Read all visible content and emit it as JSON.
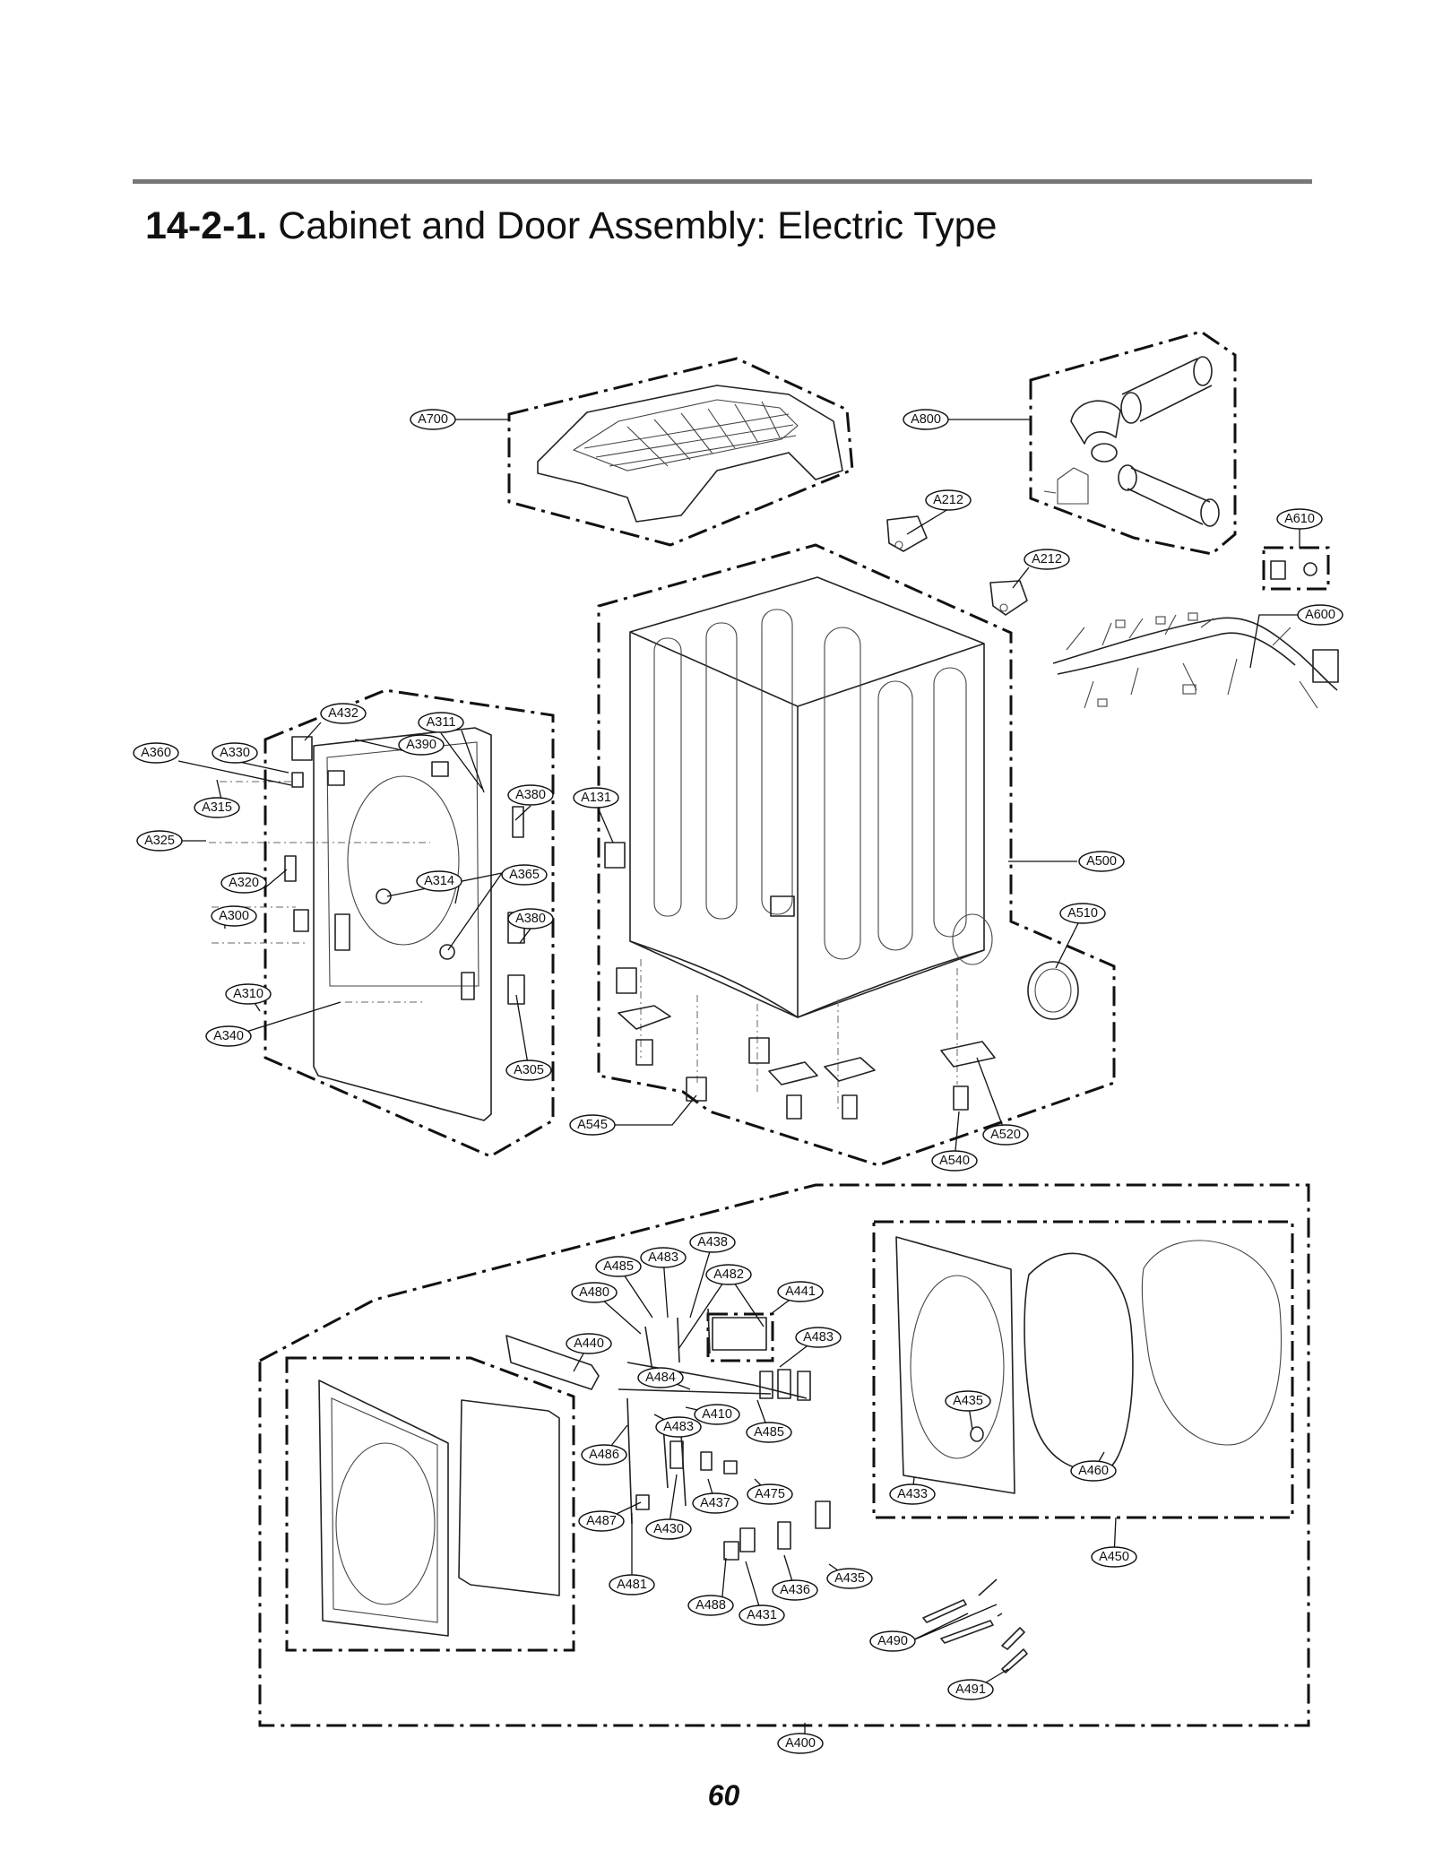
{
  "header": {
    "section_number": "14-2-1.",
    "section_title": "Cabinet and Door Assembly: Electric Type"
  },
  "footer": {
    "page_number": "60"
  },
  "callouts": [
    "A700",
    "A800",
    "A212",
    "A212",
    "A610",
    "A600",
    "A432",
    "A311",
    "A390",
    "A360",
    "A330",
    "A315",
    "A380",
    "A131",
    "A325",
    "A500",
    "A320",
    "A314",
    "A365",
    "A300",
    "A380",
    "A510",
    "A310",
    "A340",
    "A305",
    "A545",
    "A520",
    "A540",
    "A438",
    "A485",
    "A483",
    "A482",
    "A480",
    "A441",
    "A483",
    "A440",
    "A484",
    "A435",
    "A410",
    "A483",
    "A485",
    "A486",
    "A460",
    "A437",
    "A475",
    "A433",
    "A487",
    "A430",
    "A450",
    "A481",
    "A435",
    "A436",
    "A488",
    "A431",
    "A490",
    "A491",
    "A400"
  ]
}
